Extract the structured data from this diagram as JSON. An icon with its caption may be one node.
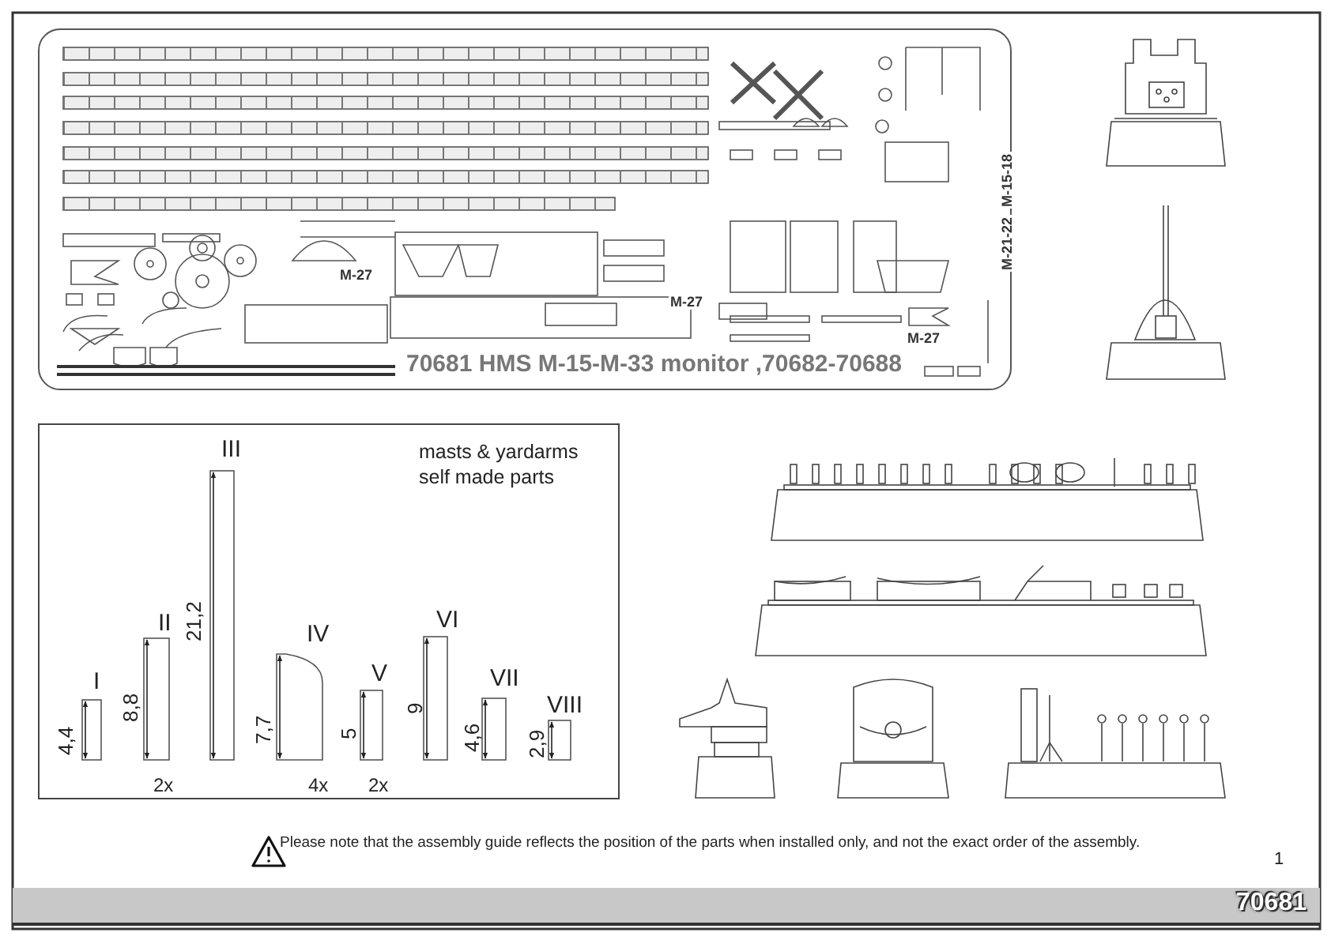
{
  "diagram": {
    "nodes": [
      {
        "text": [
          "M-15-18",
          "M-21-22",
          "M-27",
          "M-27",
          "M-27",
          "70681 HMS M-15-M-33 monitor ,70682-70688"
        ]
      },
      {
        "text": [
          "masts & yardarms self made parts"
        ]
      }
    ],
    "labels": [
      "III",
      "II",
      "IV",
      "VI",
      "I",
      "V",
      "VII",
      "VIII",
      "21,2",
      "8,8",
      "7,7",
      "9",
      "4,4",
      "4,6",
      "5",
      "2,9",
      "2x",
      "4x",
      "2x",
      "Please note that the assembly guide reflects the position of the parts when installed only, and not the exact order of the assembly.",
      "1",
      "70681"
    ]
  }
}
